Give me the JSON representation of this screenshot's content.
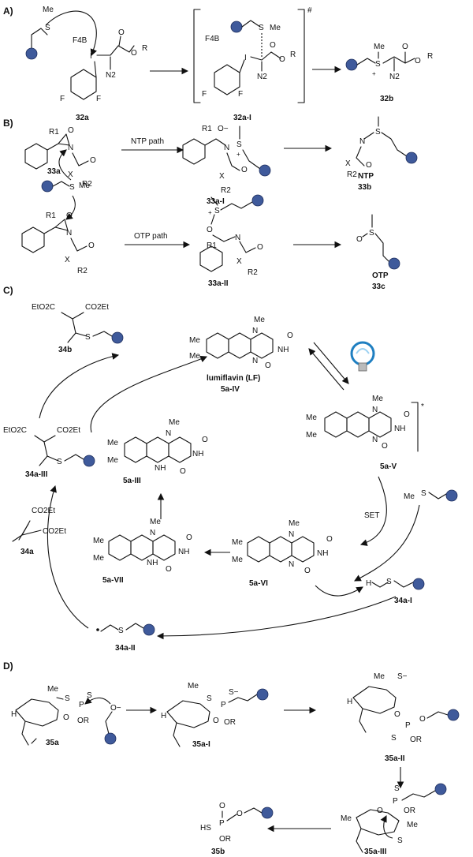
{
  "sections": [
    "A)",
    "B)",
    "C)",
    "D)"
  ],
  "section_a": {
    "compounds": [
      "32a",
      "32a-I",
      "32b"
    ],
    "atoms": {
      "me": "Me",
      "s": "S",
      "bf4": "F4B",
      "i": "I",
      "o": "O",
      "r": "R",
      "f": "F",
      "n2": "N2",
      "hash": "#",
      "plus": "+"
    }
  },
  "section_b": {
    "compounds": [
      "33a",
      "33a-I",
      "33b",
      "33a-II",
      "33c"
    ],
    "products": [
      "NTP",
      "OTP"
    ],
    "arrows": [
      "NTP path",
      "OTP path"
    ],
    "atoms": {
      "r1": "R1",
      "r2": "R2",
      "o": "O",
      "n": "N",
      "x": "X",
      "s": "S",
      "me": "Me",
      "o_minus": "O−",
      "plus": "+"
    }
  },
  "section_c": {
    "compounds": [
      "34b",
      "34a-III",
      "5a-III",
      "lumiflavin (LF)",
      "5a-IV",
      "5a-V",
      "5a-VII",
      "5a-VI",
      "34a",
      "34a-II",
      "34a-I"
    ],
    "arrows": [
      "SET"
    ],
    "atoms": {
      "eto2c": "EtO2C",
      "co2et": "CO2Et",
      "me": "Me",
      "n": "N",
      "nh": "NH",
      "h": "H",
      "o": "O",
      "s": "S",
      "star": "*"
    }
  },
  "section_d": {
    "compounds": [
      "35a",
      "35a-I",
      "35a-II",
      "35a-III",
      "35b"
    ],
    "atoms": {
      "me": "Me",
      "s": "S",
      "p": "P",
      "o": "O",
      "or": "OR",
      "h": "H",
      "hs": "HS",
      "s_minus": "S−",
      "o_minus": "O−"
    }
  },
  "colors": {
    "bead": "#3f5a9b",
    "ink": "#111111"
  },
  "icons": [
    "lightbulb-icon"
  ]
}
